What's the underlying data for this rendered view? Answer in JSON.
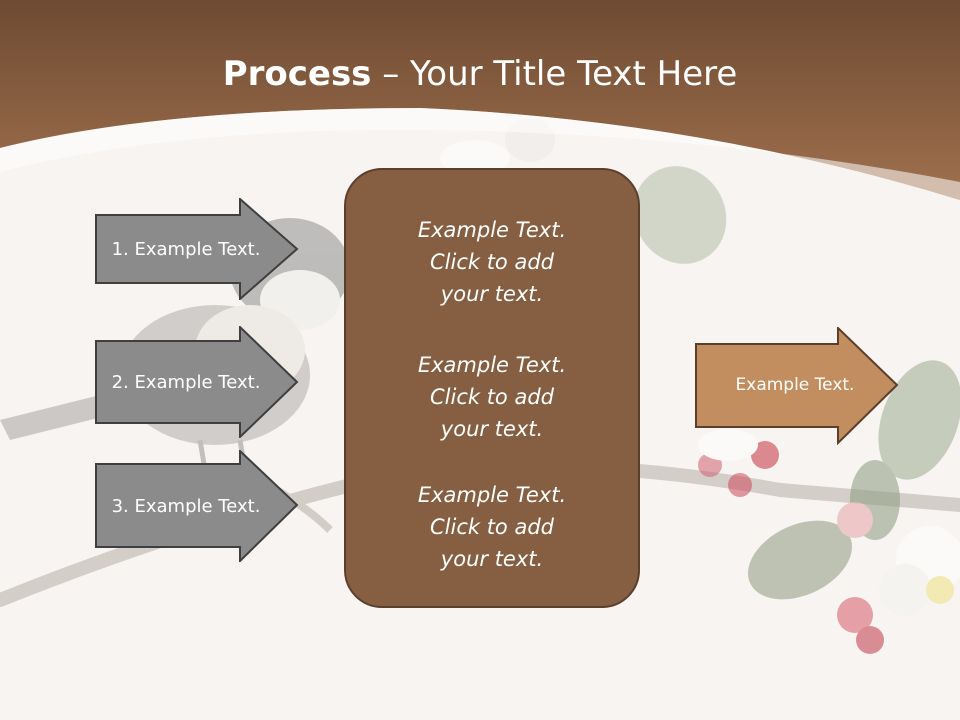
{
  "slide": {
    "title_bold": "Process",
    "title_rest": " – Your Title Text Here",
    "left_arrows": [
      {
        "label": "1. Example Text."
      },
      {
        "label": "2. Example Text."
      },
      {
        "label": "3. Example Text."
      }
    ],
    "center_box": {
      "blocks": [
        {
          "line1": "Example Text.",
          "line2": "Click  to add",
          "line3": "your text."
        },
        {
          "line1": "Example Text.",
          "line2": "Click  to add",
          "line3": "your text."
        },
        {
          "line1": "Example Text.",
          "line2": "Click  to add",
          "line3": "your text."
        }
      ]
    },
    "right_arrow": {
      "label": "Example Text."
    }
  },
  "colors": {
    "header_brown": "#8b5e3f",
    "box_brown": "#865f43",
    "gray_arrow": "#8b8b8b",
    "tan_arrow": "#c28e5f",
    "background": "#f7f4f2"
  }
}
